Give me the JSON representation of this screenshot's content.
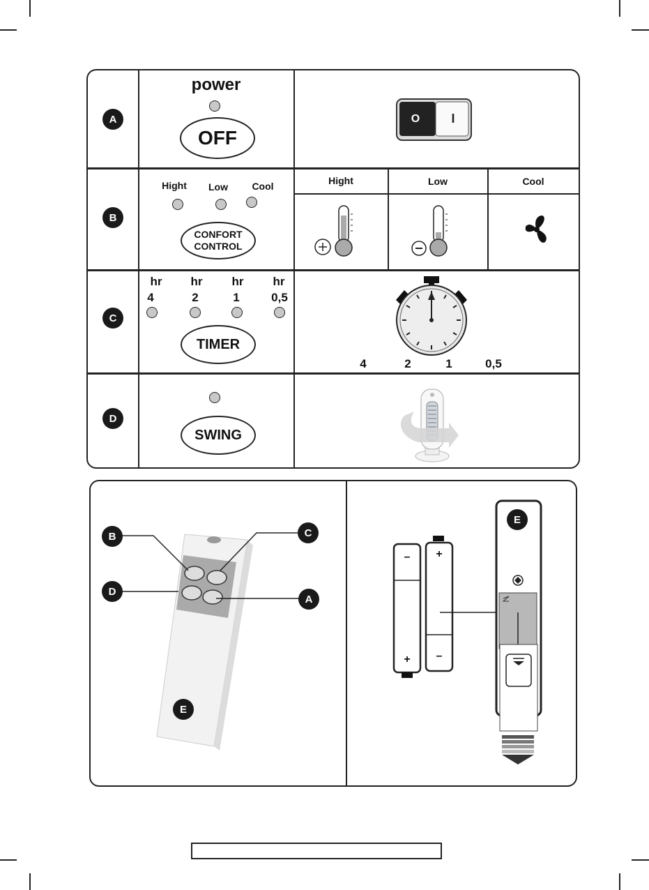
{
  "rows": {
    "A": {
      "badge": "A",
      "title": "power",
      "button": "OFF",
      "switch_off": "O",
      "switch_on": "I"
    },
    "B": {
      "badge": "B",
      "led_labels": [
        "Hight",
        "Low",
        "Cool"
      ],
      "button_line1": "CONFORT",
      "button_line2": "CONTROL",
      "column_headers": [
        "Hight",
        "Low",
        "Cool"
      ]
    },
    "C": {
      "badge": "C",
      "hr_labels": [
        "hr",
        "hr",
        "hr",
        "hr"
      ],
      "values": [
        "4",
        "2",
        "1",
        "0,5"
      ],
      "button": "TIMER",
      "dial_values": [
        "4",
        "2",
        "1",
        "0,5"
      ]
    },
    "D": {
      "badge": "D",
      "button": "SWING"
    }
  },
  "remote": {
    "callouts": [
      "B",
      "C",
      "D",
      "A",
      "E"
    ],
    "buttons": [
      "CONFORT CONTROL",
      "SWING",
      "TIMER",
      "OFF"
    ]
  },
  "battery": {
    "badge": "E",
    "battery1_top": "–",
    "battery1_bottom": "+",
    "battery2_top": "+",
    "battery2_bottom": "–"
  },
  "colors": {
    "ink": "#222222",
    "led_fill": "#c8c8c8",
    "panel_gray": "#b8b8b8"
  }
}
